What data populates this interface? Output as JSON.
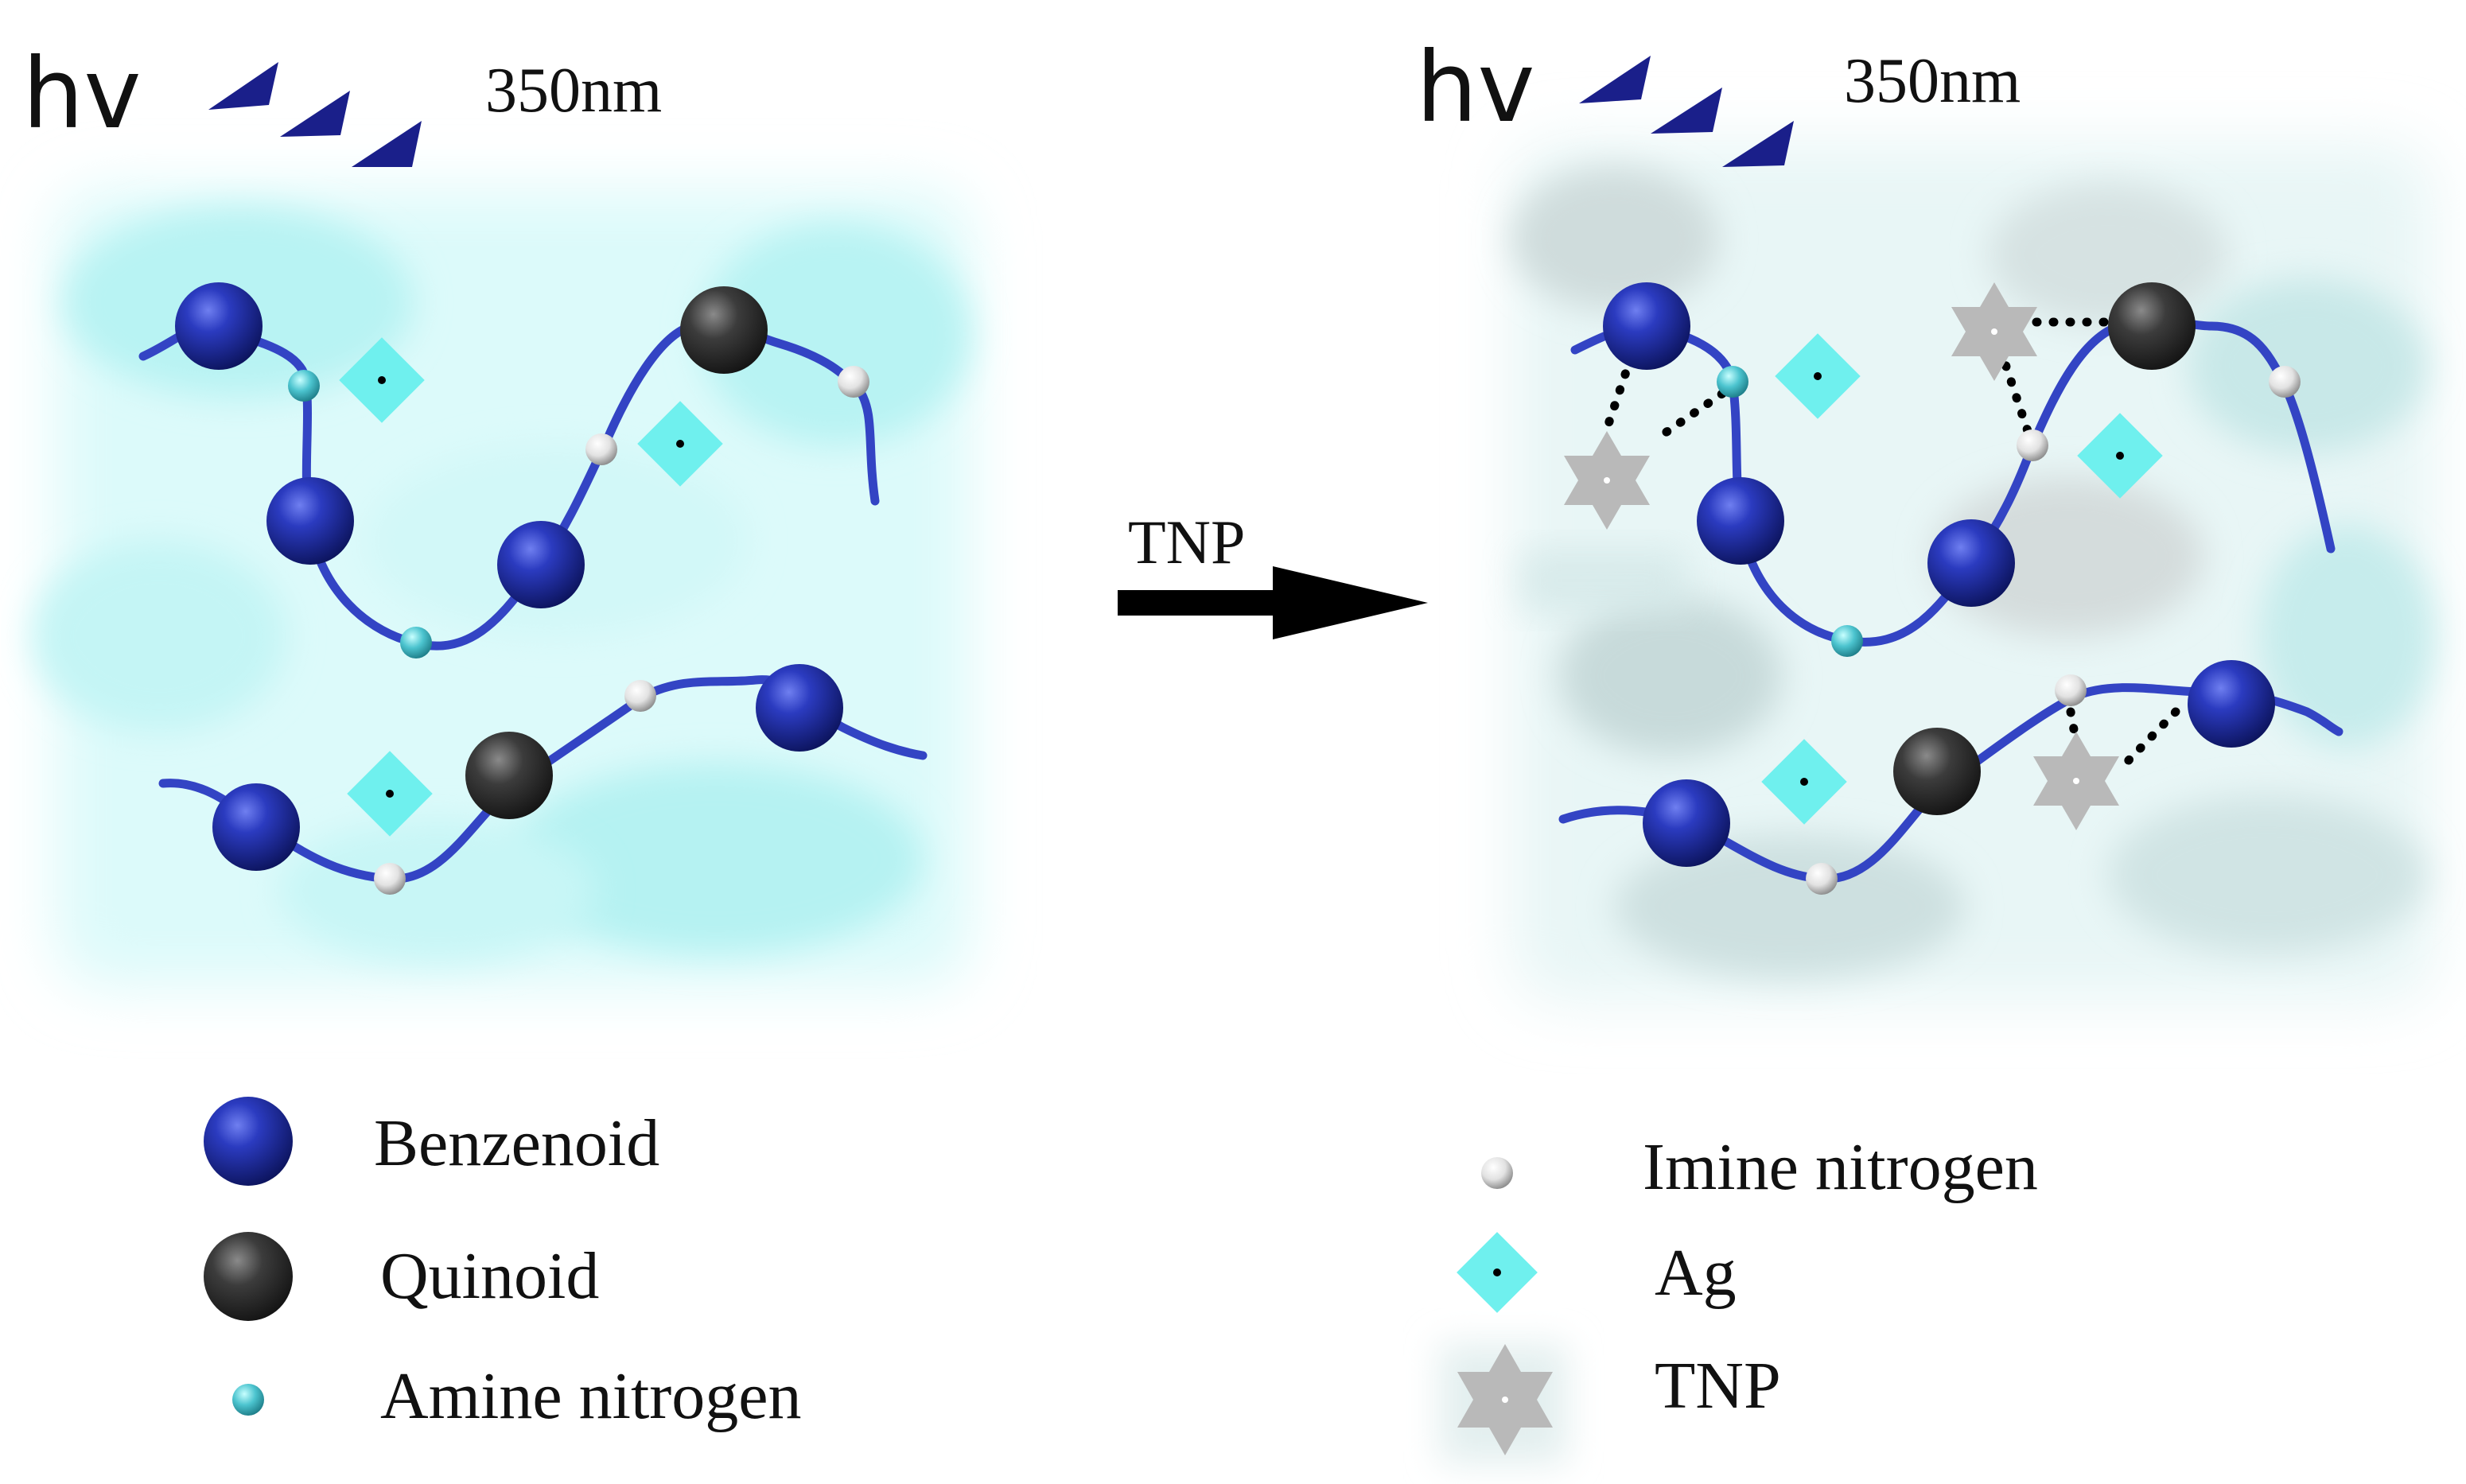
{
  "left_panel": {
    "excitation_symbol": "hv",
    "wavelength": "350nm"
  },
  "right_panel": {
    "excitation_symbol": "hv",
    "wavelength": "350nm"
  },
  "reaction_arrow": {
    "label": "TNP"
  },
  "legend": {
    "benzenoid": "Benzenoid",
    "quinoid": "Quinoid",
    "amine_nitrogen": "Amine nitrogen",
    "imine_nitrogen": "Imine nitrogen",
    "ag": "Ag",
    "tnp": "TNP"
  },
  "colors": {
    "benzenoid": "#1e2a9e",
    "quinoid": "#333333",
    "amine_nitrogen": "#4cc4cf",
    "imine_nitrogen": "#dedede",
    "ag": "#6ff0ee",
    "tnp": "#b9b9b9",
    "chain": "#3344c4",
    "fluorescence": "#aef4f4",
    "quenched": "#cfd8d8",
    "light_arrowheads": "#1a1f8a"
  }
}
